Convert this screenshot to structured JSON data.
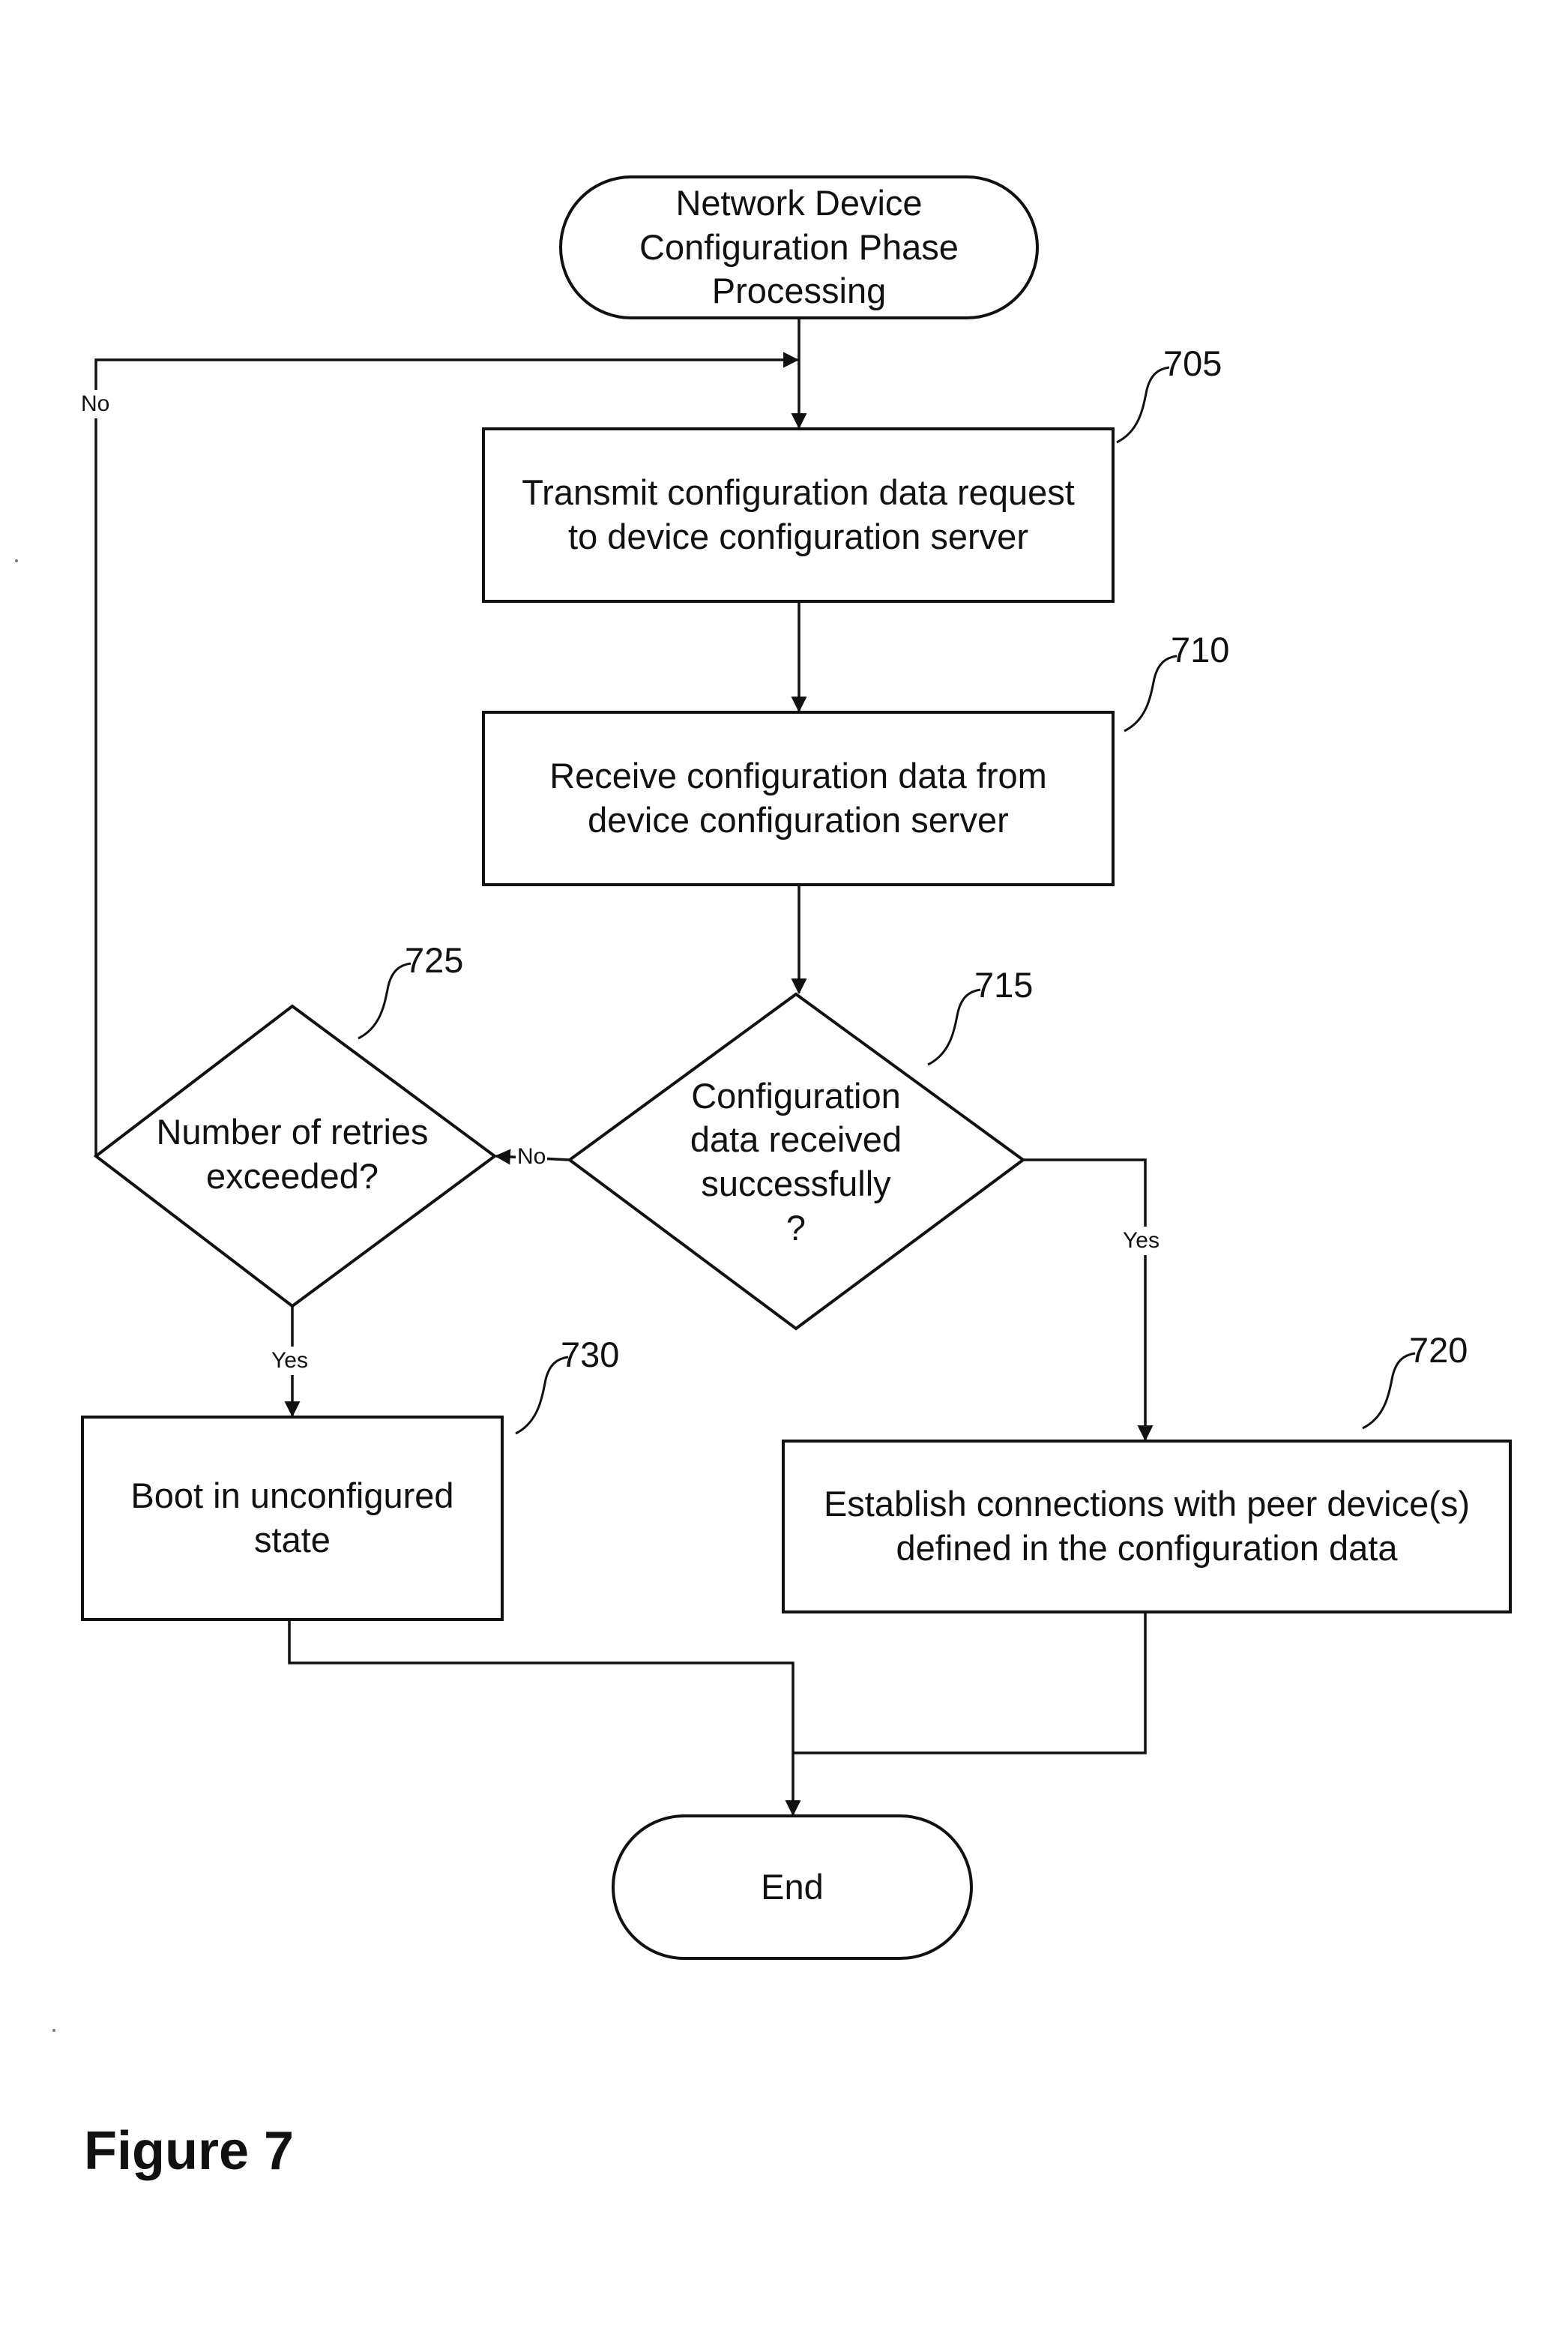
{
  "figure_label": "Figure 7",
  "start": {
    "text": "Network Device\nConfiguration Phase\nProcessing"
  },
  "end": {
    "text": "End"
  },
  "steps": {
    "s705": {
      "ref": "705",
      "text": "Transmit configuration data request\nto device configuration server"
    },
    "s710": {
      "ref": "710",
      "text": "Receive configuration data from\ndevice configuration server"
    },
    "s715": {
      "ref": "715",
      "text": "Configuration\ndata received\nsuccessfully\n?"
    },
    "s725": {
      "ref": "725",
      "text": "Number of retries\nexceeded?"
    },
    "s730": {
      "ref": "730",
      "text": "Boot in unconfigured\nstate"
    },
    "s720": {
      "ref": "720",
      "text": "Establish connections with peer device(s)\ndefined in the configuration data"
    }
  },
  "edge_labels": {
    "no_retry": "No",
    "no_success": "No",
    "yes_success": "Yes",
    "yes_exceeded": "Yes"
  }
}
